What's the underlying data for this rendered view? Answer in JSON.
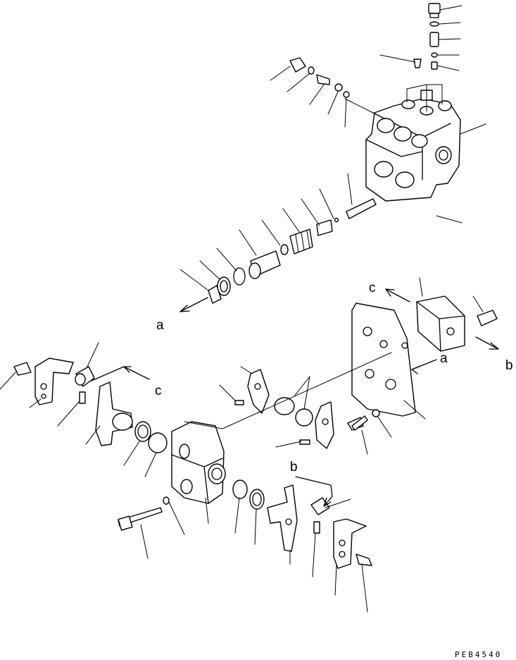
{
  "diagram": {
    "drawing_code": "PEB4540",
    "callouts": {
      "a_upper": "a",
      "a_right": "a",
      "b_right": "b",
      "b_lower": "b",
      "c_upper": "c",
      "c_left": "c"
    }
  }
}
